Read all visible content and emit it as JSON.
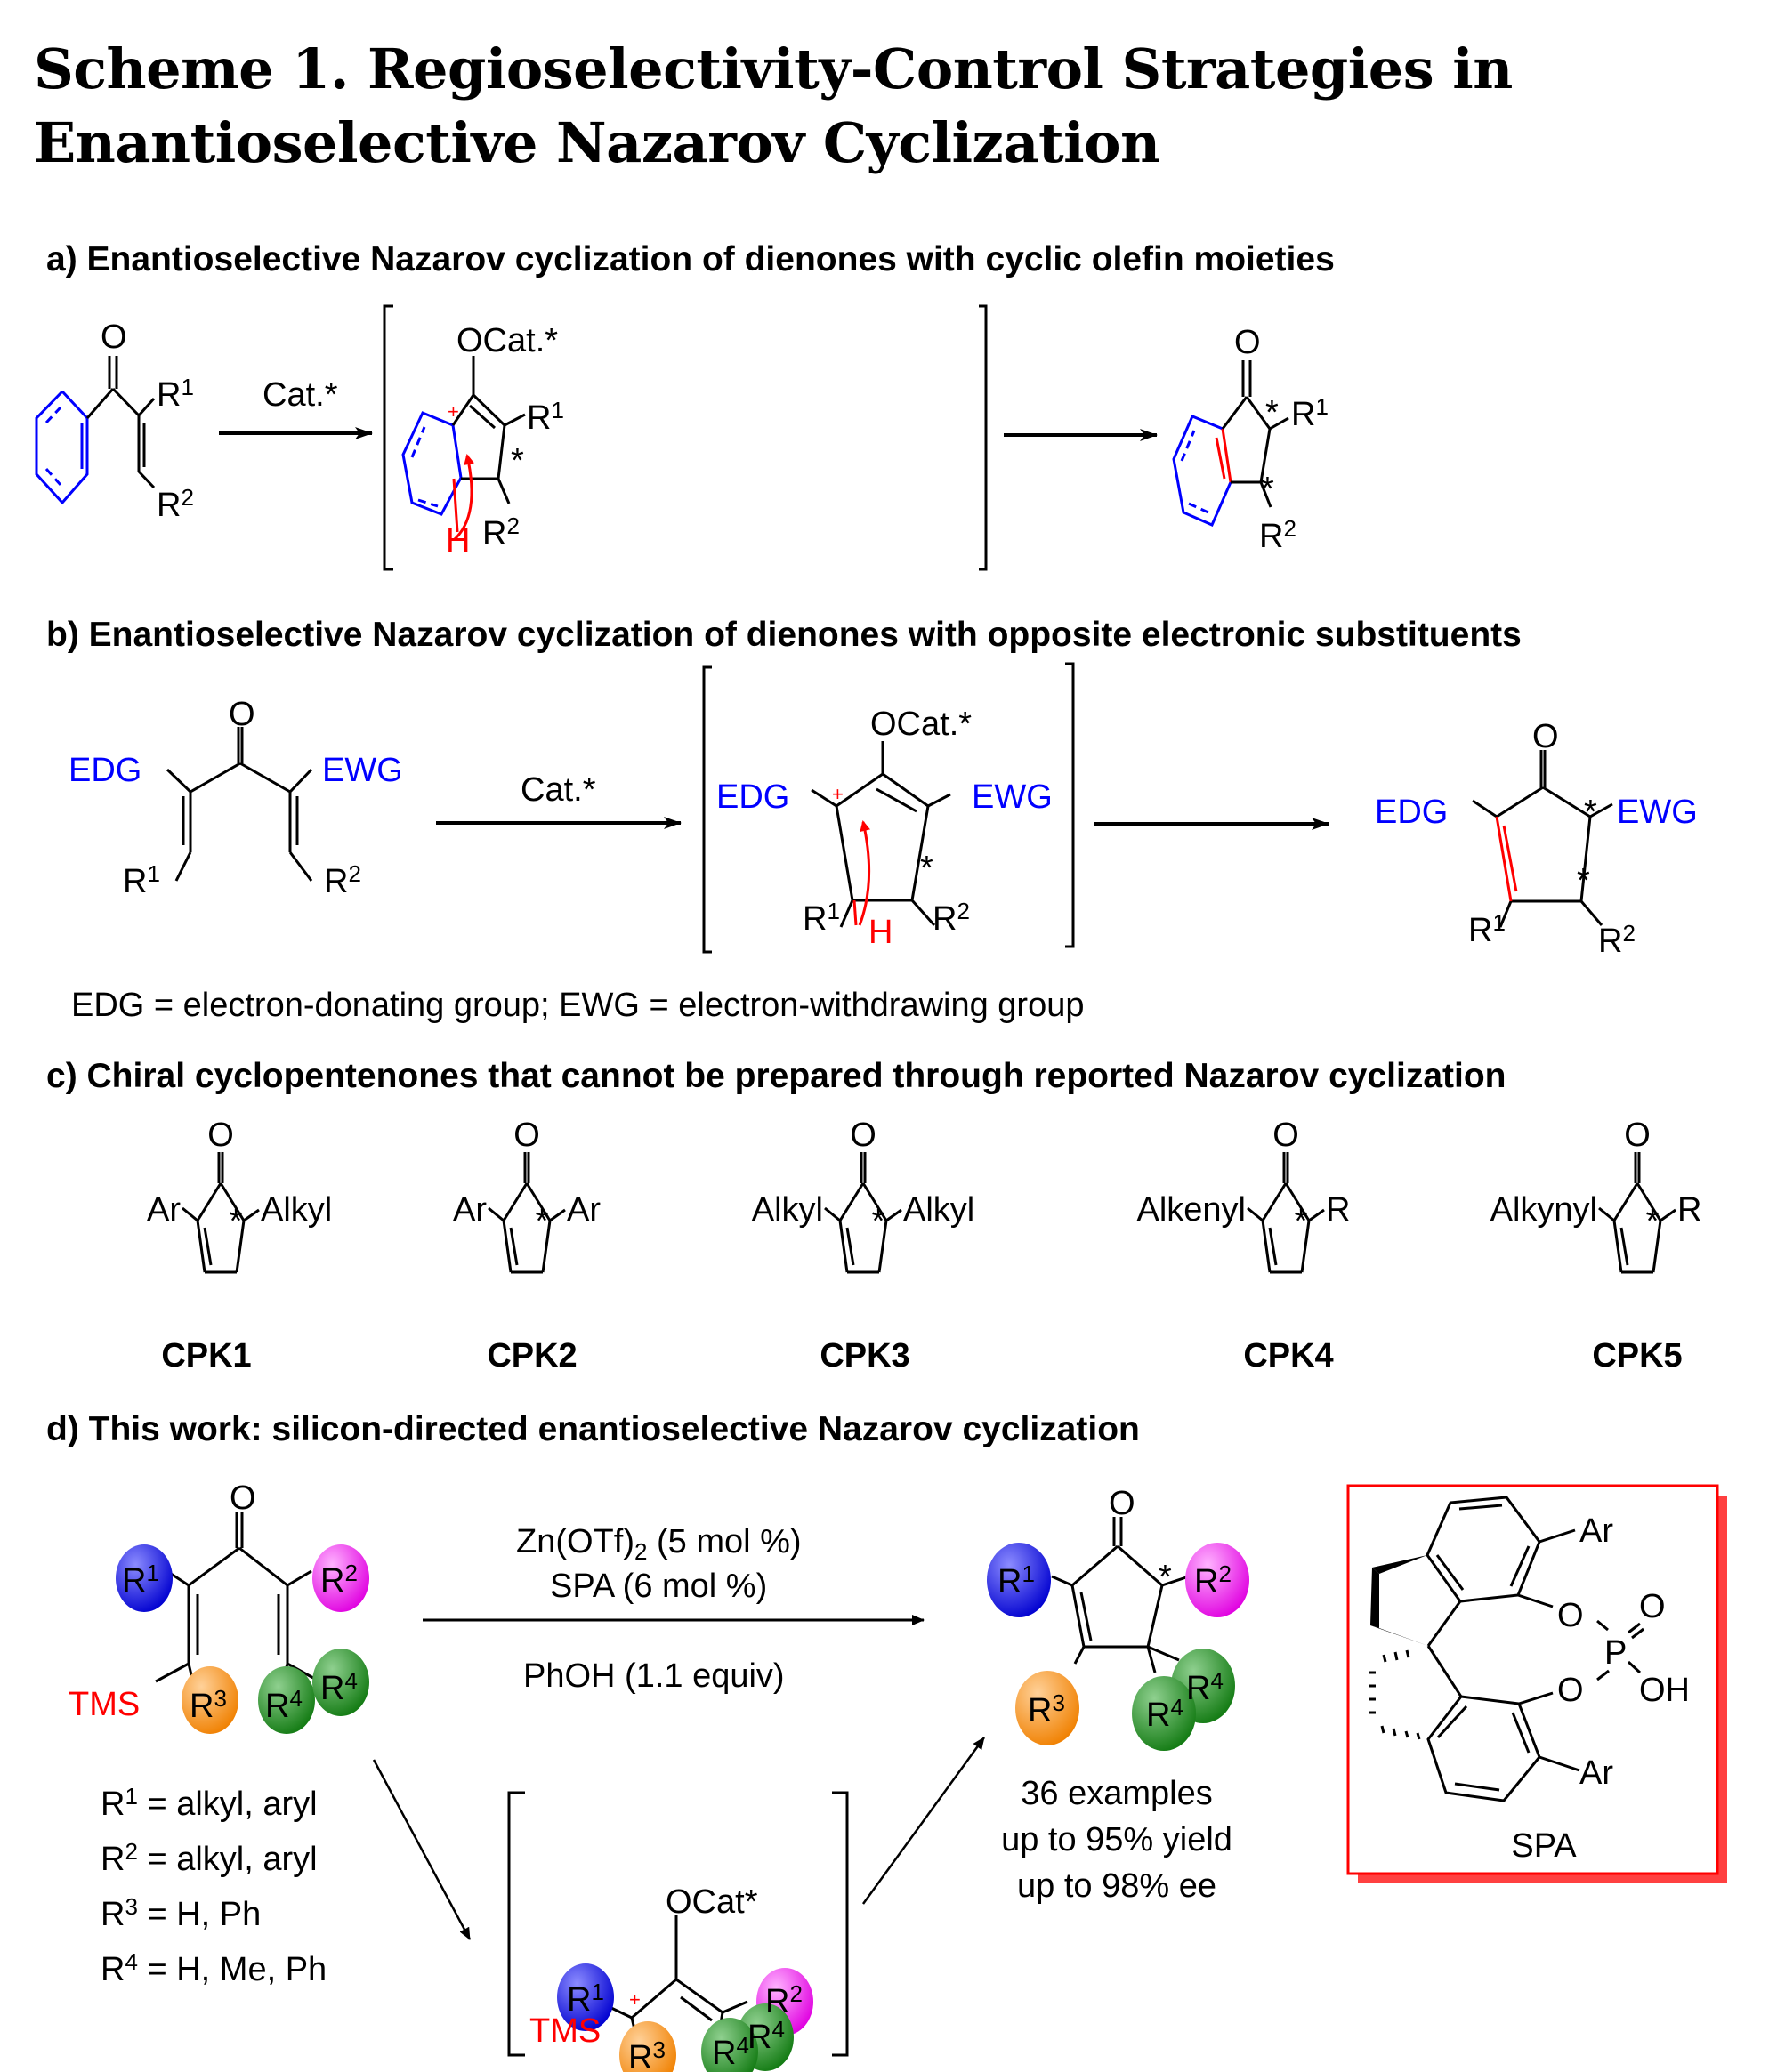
{
  "title": {
    "line1": "Scheme 1. Regioselectivity-Control Strategies in",
    "line2": "Enantioselective Nazarov Cyclization"
  },
  "sections": {
    "a": {
      "heading": "a) Enantioselective Nazarov cyclization of dienones with cyclic olefin moieties",
      "reagent": "Cat.*",
      "intermediate_label": "OCat.*",
      "substituents": {
        "r1": "R",
        "r1_sup": "1",
        "r2": "R",
        "r2_sup": "2",
        "h": "H",
        "plus": "+",
        "star": "*",
        "oxygen": "O"
      }
    },
    "b": {
      "heading": "b) Enantioselective Nazarov cyclization of dienones with opposite electronic substituents",
      "reagent": "Cat.*",
      "intermediate_label": "OCat.*",
      "edg": "EDG",
      "ewg": "EWG",
      "footnote": "EDG = electron-donating group; EWG = electron-withdrawing group"
    },
    "c": {
      "heading": "c) Chiral cyclopentenones that cannot be prepared through reported Nazarov cyclization",
      "compounds": [
        {
          "id": "CPK1",
          "left": "Ar",
          "right": "Alkyl"
        },
        {
          "id": "CPK2",
          "left": "Ar",
          "right": "Ar"
        },
        {
          "id": "CPK3",
          "left": "Alkyl",
          "right": "Alkyl"
        },
        {
          "id": "CPK4",
          "left": "Alkenyl",
          "right": "R"
        },
        {
          "id": "CPK5",
          "left": "Alkynyl",
          "right": "R"
        }
      ]
    },
    "d": {
      "heading": "d) This work: silicon-directed enantioselective Nazarov cyclization",
      "conditions": {
        "line1_prefix": "Zn(OTf)",
        "line1_sub": "2",
        "line1_suffix": " (5 mol %)",
        "line2": "SPA (6 mol %)",
        "line3": "PhOH (1.1 equiv)"
      },
      "tms": "TMS",
      "intermediate_label": "OCat*",
      "r_definitions": [
        {
          "sup": "1",
          "text": " = alkyl, aryl"
        },
        {
          "sup": "2",
          "text": " = alkyl, aryl"
        },
        {
          "sup": "3",
          "text": " = H, Ph"
        },
        {
          "sup": "4",
          "text": " = H, Me, Ph"
        }
      ],
      "results": [
        "36 examples",
        "up to 95% yield",
        "up to 98% ee"
      ],
      "catalyst": {
        "name": "SPA",
        "ar": "Ar",
        "o": "O",
        "p": "P",
        "oh": "OH"
      },
      "ball_colors": {
        "r1": "#1a1aff",
        "r2": "#ff33ff",
        "r3": "#ff9a1f",
        "r4": "#1f8f1f"
      }
    }
  },
  "colors": {
    "accent_blue": "#0000ff",
    "accent_red": "#ff0000",
    "box_border": "#ff0000",
    "box_shadow": "#ff4040"
  }
}
